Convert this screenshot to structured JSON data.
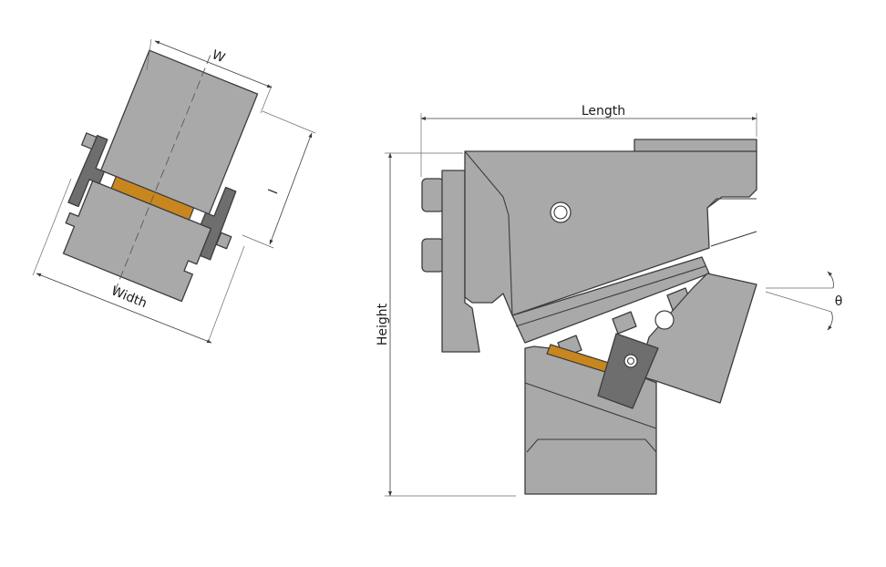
{
  "labels": {
    "w": "W",
    "l": "l",
    "width": "Width",
    "length": "Length",
    "height": "Height",
    "theta": "θ"
  }
}
